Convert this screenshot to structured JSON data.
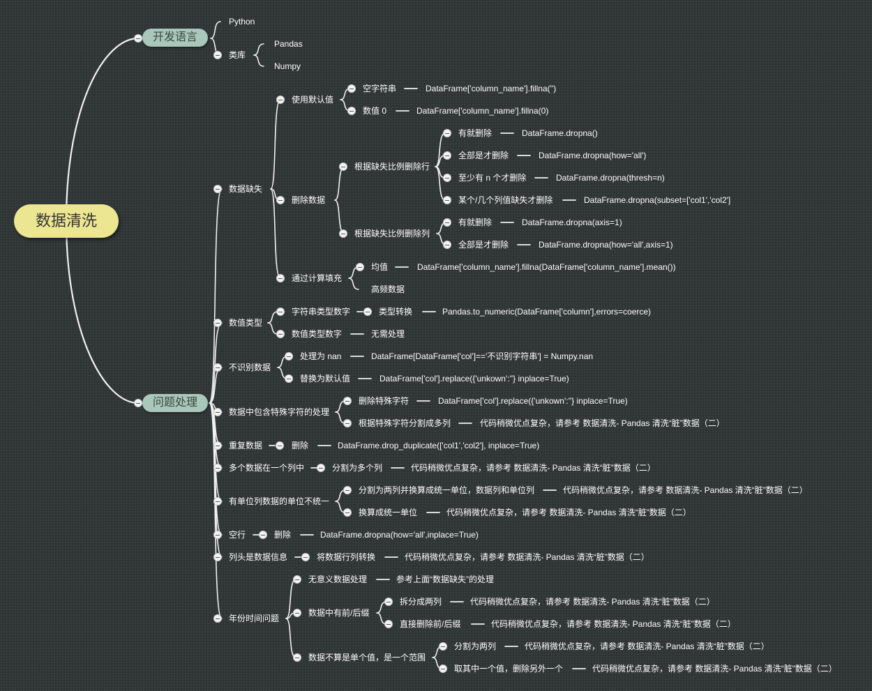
{
  "root": {
    "label": "数据清洗"
  },
  "l1": [
    {
      "label": "开发语言"
    },
    {
      "label": "问题处理"
    }
  ],
  "nodes": {
    "n1": "Python",
    "n2": "类库",
    "n3": "Pandas",
    "n4": "Numpy",
    "n5": "数据缺失",
    "n6": "使用默认值",
    "n7": "空字符串",
    "n8": "DataFrame['column_name'].fillna('')",
    "n9": "数值 0",
    "n10": "DataFrame['column_name'].fillna(0)",
    "n11": "删除数据",
    "n12": "根据缺失比例删除行",
    "n13": "有就删除",
    "n14": "DataFrame.dropna()",
    "n15": "全部是才删除",
    "n16": "DataFrame.dropna(how='all')",
    "n17": "至少有 n 个才删除",
    "n18": "DataFrame.dropna(thresh=n)",
    "n19": "某个/几个列值缺失才删除",
    "n20": "DataFrame.dropna(subset=['col1','col2']",
    "n21": "根据缺失比例删除列",
    "n22": "有就删除",
    "n23": "DataFrame.dropna(axis=1)",
    "n24": "全部是才删除",
    "n25": "DataFrame.dropna(how='all',axis=1)",
    "n26": "通过计算填充",
    "n27": "均值",
    "n28": "DataFrame['column_name'].fillna(DataFrame['column_name'].mean())",
    "n29": "高频数据",
    "n30": "数值类型",
    "n31": "字符串类型数字",
    "n32": "类型转换",
    "n33": "Pandas.to_numeric(DataFrame['column'],errors=coerce)",
    "n34": "数值类型数字",
    "n35": "无需处理",
    "n36": "不识别数据",
    "n37": "处理为 nan",
    "n38": "DataFrame[DataFrame['col']=='不识别字符串'] = Numpy.nan",
    "n39": "替换为默认值",
    "n40": "DataFrame['col'].replace({'unkown':''} inplace=True)",
    "n41": "数据中包含特殊字符的处理",
    "n42": "删除特殊字符",
    "n43": "DataFrame['col'].replace({'unkown':''} inplace=True)",
    "n44": "根据特殊字符分割成多列",
    "n45": "代码稍微优点复杂，请参考 数据清洗- Pandas 清洗“脏”数据（二）",
    "n46": "重复数据",
    "n47": "删除",
    "n48": "DataFrame.drop_duplicate(['col1','col2'], inplace=True)",
    "n49": "多个数据在一个列中",
    "n50": "分割为多个列",
    "n51": "代码稍微优点复杂，请参考 数据清洗- Pandas 清洗“脏”数据（二）",
    "n52": "有单位列数据的单位不统一",
    "n53": "分割为两列并换算成统一单位，数据列和单位列",
    "n54": "代码稍微优点复杂，请参考 数据清洗- Pandas 清洗“脏”数据（二）",
    "n55": "换算成统一单位",
    "n56": "代码稍微优点复杂，请参考 数据清洗- Pandas 清洗“脏”数据（二）",
    "n57": "空行",
    "n58": "删除",
    "n59": "DataFrame.dropna(how='all',inplace=True)",
    "n60": "列头是数据信息",
    "n61": "将数据行列转换",
    "n62": "代码稍微优点复杂，请参考 数据清洗- Pandas 清洗“脏”数据（二）",
    "n63": "年份时间问题",
    "n64": "无意义数据处理",
    "n65": "参考上面“数据缺失”的处理",
    "n66": "数据中有前/后缀",
    "n67": "拆分成两列",
    "n68": "代码稍微优点复杂，请参考 数据清洗- Pandas 清洗“脏”数据（二）",
    "n69": "直接删除前/后缀",
    "n70": "代码稍微优点复杂，请参考 数据清洗- Pandas 清洗“脏”数据（二）",
    "n71": "数据不算是单个值，是一个范围",
    "n72": "分割为两列",
    "n73": "代码稍微优点复杂，请参考 数据清洗- Pandas 清洗“脏”数据（二）",
    "n74": "取其中一个值，删除另外一个",
    "n75": "代码稍微优点复杂，请参考 数据清洗- Pandas 清洗“脏”数据（二）"
  }
}
